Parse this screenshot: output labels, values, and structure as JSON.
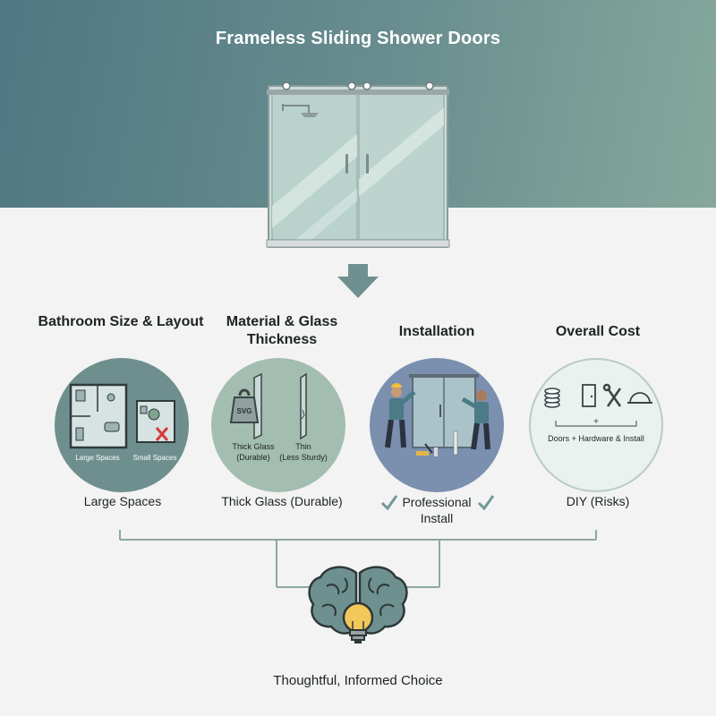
{
  "title": "Frameless Sliding Shower Doors",
  "categories": [
    {
      "heading": "Bathroom Size & Layout",
      "inner_labels": [
        "Large Spaces",
        "Small Spaces"
      ],
      "caption": "Large Spaces",
      "icon": "floor-plan-icon"
    },
    {
      "heading": "Material & Glass Thickness",
      "inner_labels": [
        "Thick Glass (Durable)",
        "Thin (Less Sturdy)"
      ],
      "weight_label": "SVG",
      "caption": "Thick Glass (Durable)",
      "icon": "glass-panel-icon"
    },
    {
      "heading": "Installation",
      "caption_line1": "Professional",
      "caption_line2": "Install",
      "icon": "installers-icon"
    },
    {
      "heading": "Overall Cost",
      "inner_label": "Doors + Hardware & Install",
      "plus": "+",
      "caption": "DIY (Risks)",
      "icon": "cost-icons"
    }
  ],
  "conclusion": "Thoughtful, Informed Choice",
  "colors": {
    "header_start": "#4f7783",
    "header_end": "#86a89c",
    "accent": "#6e9190",
    "check": "#6f9a96",
    "bulb": "#f3c85a"
  }
}
